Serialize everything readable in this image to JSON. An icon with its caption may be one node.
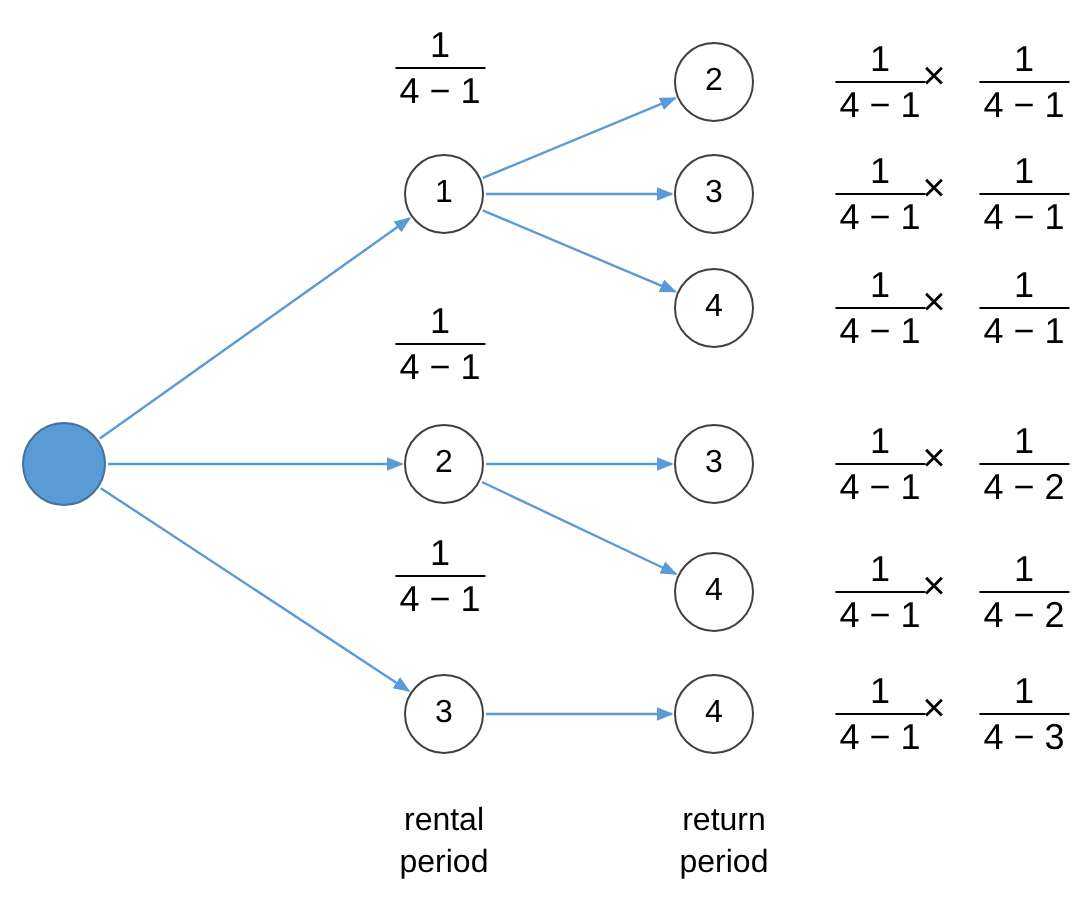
{
  "diagram": {
    "nodes": [
      {
        "text": [],
        "shape": "circle"
      },
      {
        "text": [
          "1"
        ]
      },
      {
        "text": [
          "2"
        ]
      },
      {
        "text": [
          "3"
        ]
      },
      {
        "text": [
          "2"
        ],
        "beside": [
          "1",
          "4 − 1",
          "×",
          "1",
          "4 − 1"
        ]
      },
      {
        "text": [
          "3"
        ],
        "beside": [
          "1",
          "4 − 1",
          "×",
          "1",
          "4 − 1"
        ]
      },
      {
        "text": [
          "4"
        ],
        "beside": [
          "1",
          "4 − 1",
          "×",
          "1",
          "4 − 1"
        ]
      },
      {
        "text": [
          "3"
        ],
        "beside": [
          "1",
          "4 − 1",
          "×",
          "1",
          "4 − 2"
        ]
      },
      {
        "text": [
          "4"
        ],
        "beside": [
          "1",
          "4 − 1",
          "×",
          "1",
          "4 − 2"
        ]
      },
      {
        "text": [
          "4"
        ],
        "beside": [
          "1",
          "4 − 1",
          "×",
          "1",
          "4 − 3"
        ]
      }
    ],
    "edges": [
      {
        "from": 0,
        "to": 1,
        "arrow": "to"
      },
      {
        "from": 0,
        "to": 2,
        "arrow": "to"
      },
      {
        "from": 0,
        "to": 3,
        "arrow": "to"
      },
      {
        "from": 1,
        "to": 4,
        "arrow": "to"
      },
      {
        "from": 1,
        "to": 5,
        "arrow": "to"
      },
      {
        "from": 1,
        "to": 6,
        "arrow": "to"
      },
      {
        "from": 2,
        "to": 7,
        "arrow": "to"
      },
      {
        "from": 2,
        "to": 8,
        "arrow": "to"
      },
      {
        "from": 3,
        "to": 9,
        "arrow": "to"
      }
    ],
    "labels": [
      "1",
      "4 − 1",
      "1",
      "4 − 1",
      "1",
      "4 − 1",
      "rental period",
      "return period"
    ]
  }
}
